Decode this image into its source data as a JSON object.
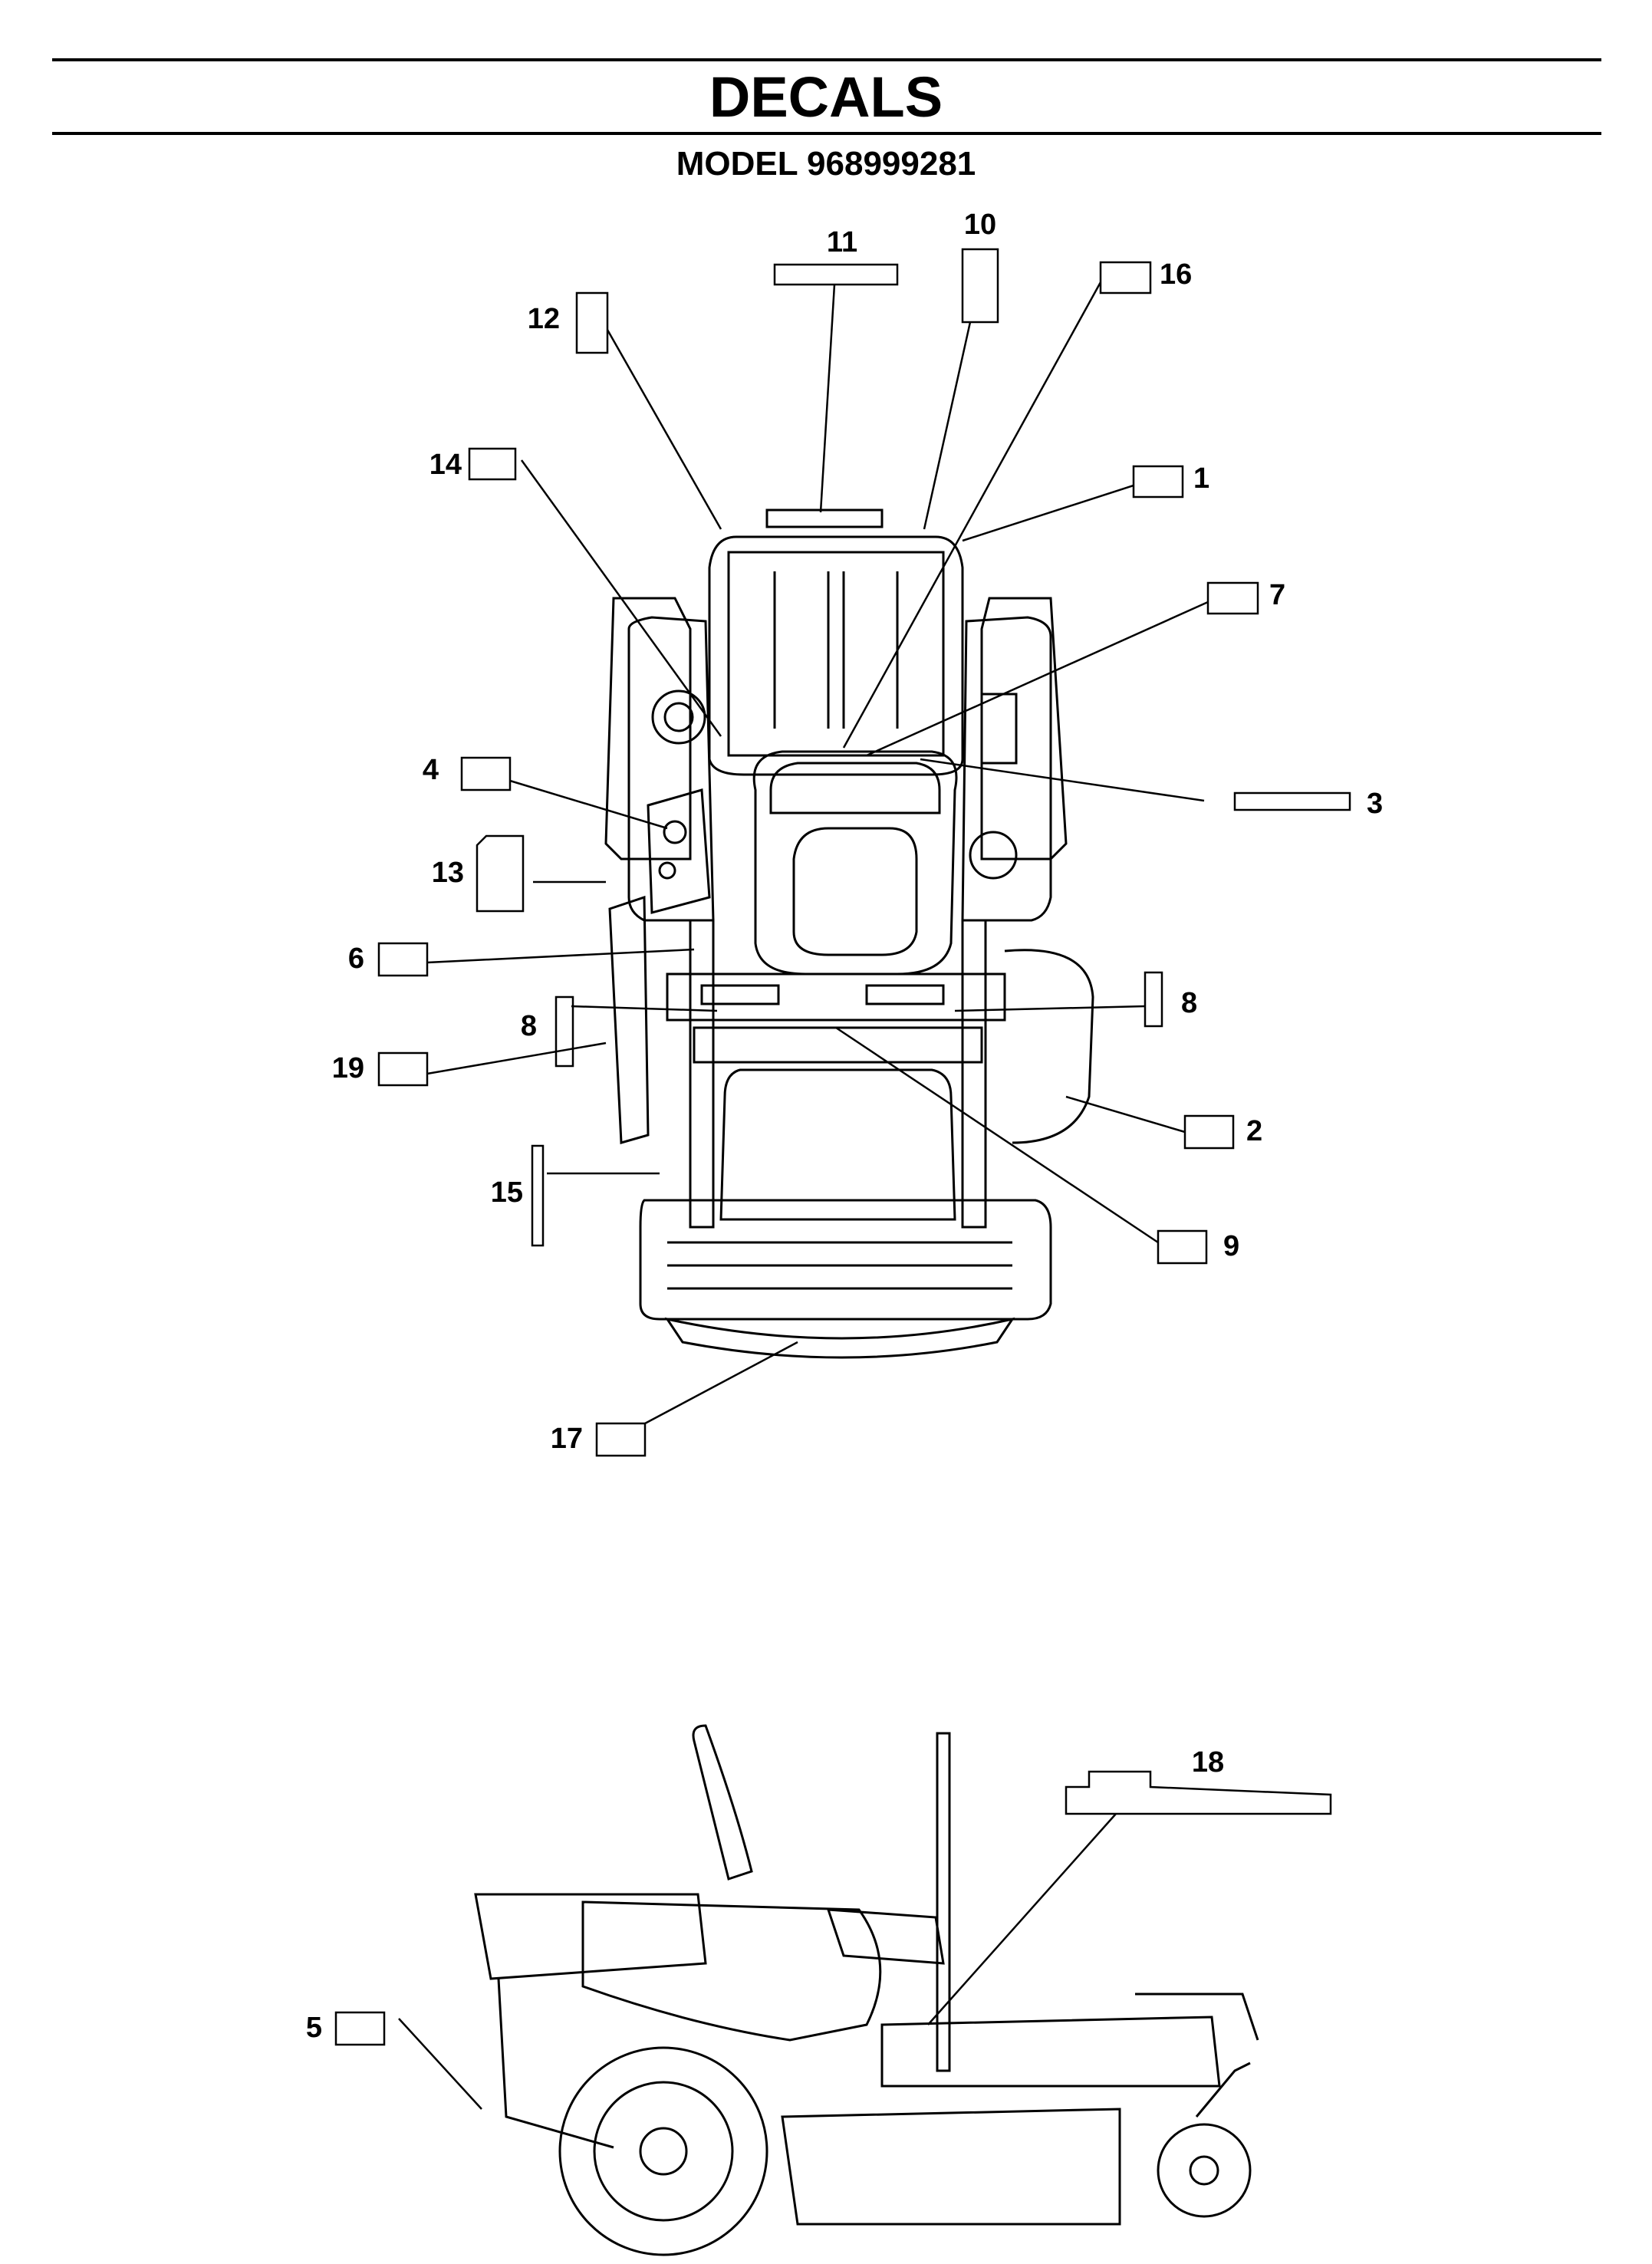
{
  "page": {
    "title": "DECALS",
    "subtitle": "MODEL 968999281"
  },
  "callouts": [
    {
      "id": "11",
      "label": "11"
    },
    {
      "id": "10",
      "label": "10"
    },
    {
      "id": "16",
      "label": "16"
    },
    {
      "id": "12",
      "label": "12"
    },
    {
      "id": "14",
      "label": "14"
    },
    {
      "id": "1",
      "label": "1"
    },
    {
      "id": "7",
      "label": "7"
    },
    {
      "id": "4",
      "label": "4"
    },
    {
      "id": "3",
      "label": "3"
    },
    {
      "id": "13",
      "label": "13"
    },
    {
      "id": "6",
      "label": "6"
    },
    {
      "id": "8a",
      "label": "8"
    },
    {
      "id": "8b",
      "label": "8"
    },
    {
      "id": "19",
      "label": "19"
    },
    {
      "id": "2",
      "label": "2"
    },
    {
      "id": "15",
      "label": "15"
    },
    {
      "id": "9",
      "label": "9"
    },
    {
      "id": "17",
      "label": "17"
    },
    {
      "id": "18",
      "label": "18"
    },
    {
      "id": "5",
      "label": "5"
    }
  ],
  "colors": {
    "ink": "#000000",
    "paper": "#ffffff"
  }
}
